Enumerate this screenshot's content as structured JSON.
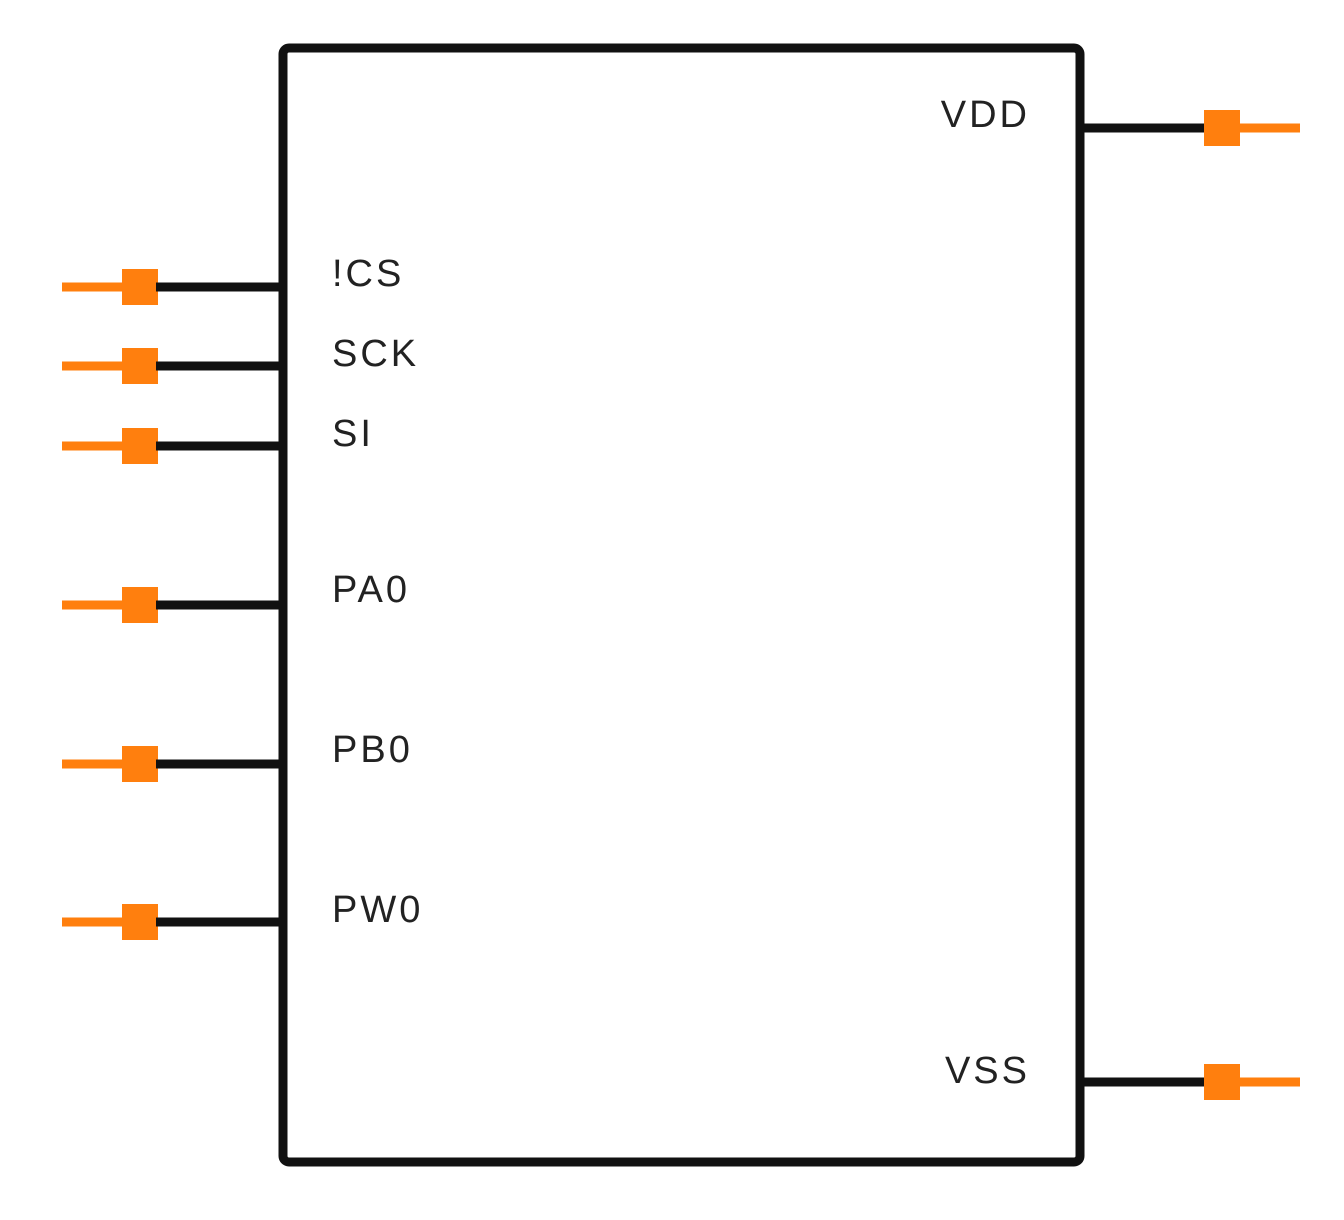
{
  "colors": {
    "background": "#ffffff",
    "body_outline": "#111111",
    "wire": "#111111",
    "pin_terminal": "#ff7f0e",
    "label_text": "#222222"
  },
  "component": {
    "left_pins": [
      {
        "id": "cs",
        "label": "!CS"
      },
      {
        "id": "sck",
        "label": "SCK"
      },
      {
        "id": "si",
        "label": "SI"
      },
      {
        "id": "pa0",
        "label": "PA0"
      },
      {
        "id": "pb0",
        "label": "PB0"
      },
      {
        "id": "pw0",
        "label": "PW0"
      }
    ],
    "right_pins": [
      {
        "id": "vdd",
        "label": "VDD"
      },
      {
        "id": "vss",
        "label": "VSS"
      }
    ]
  }
}
